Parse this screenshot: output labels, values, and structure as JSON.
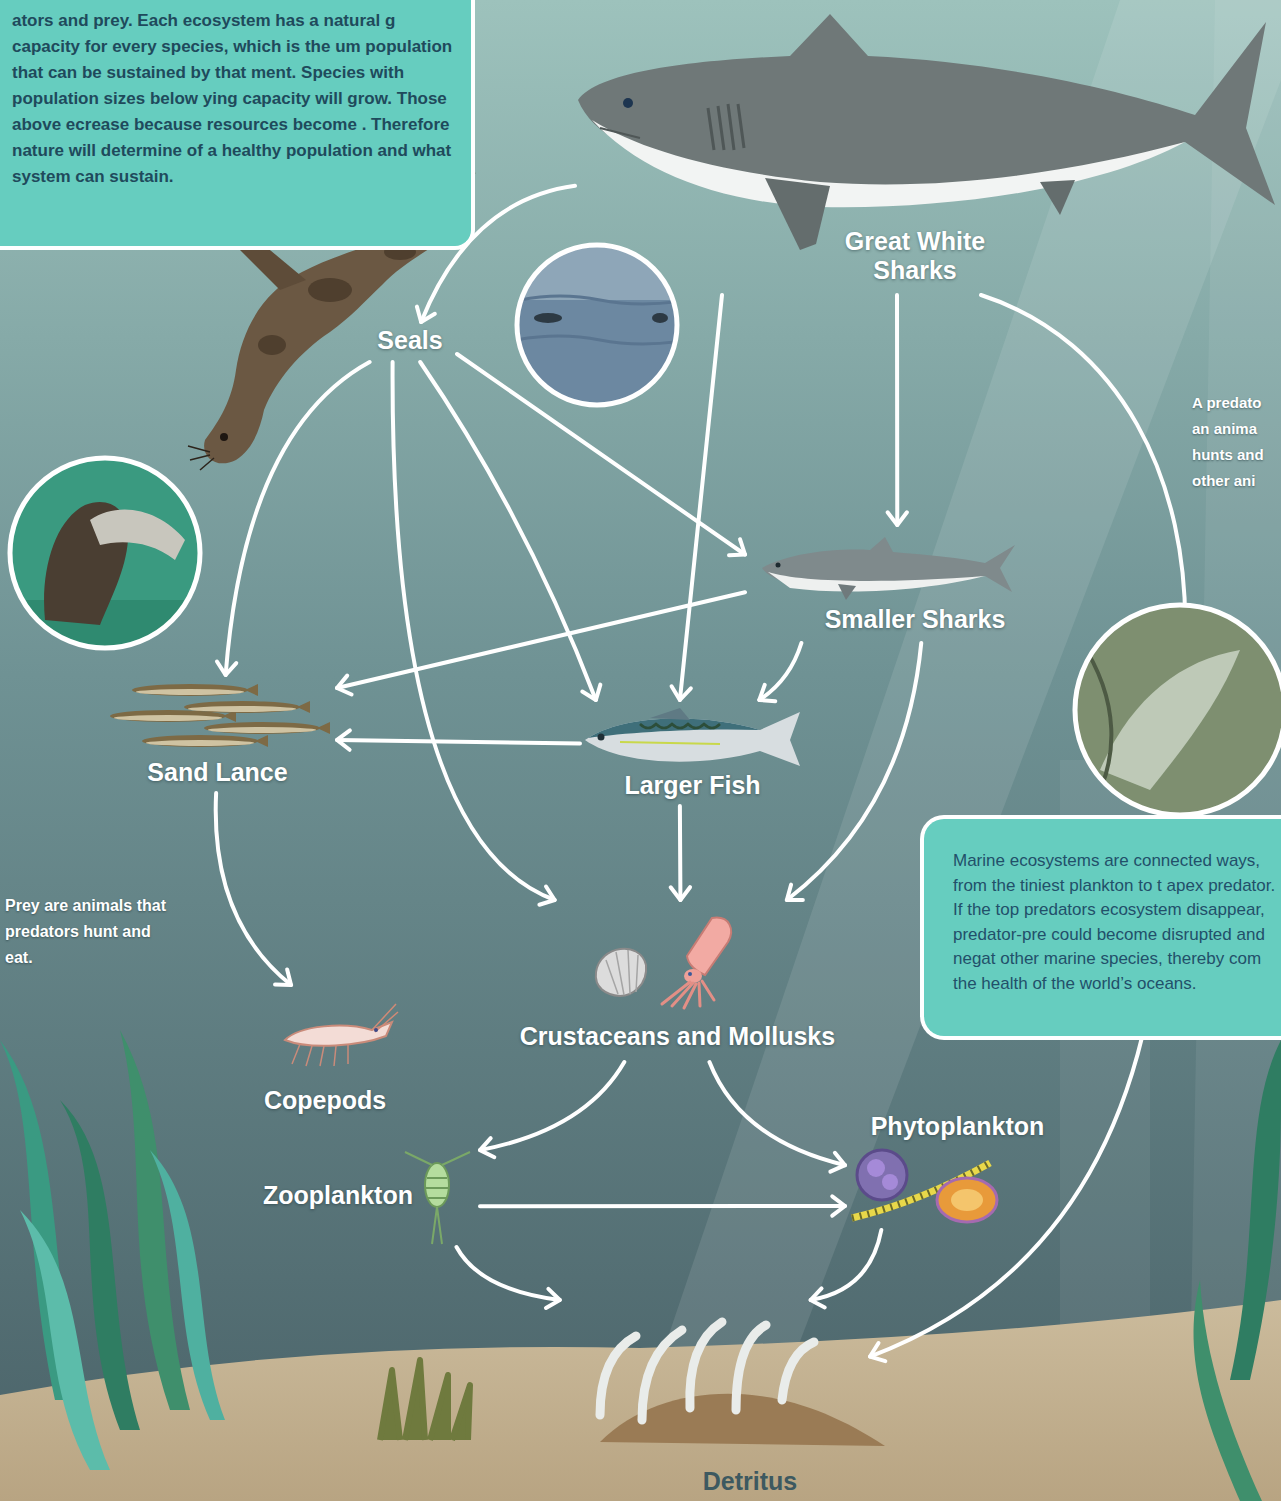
{
  "diagram": {
    "nodes": [
      {
        "text": [
          "ators and prey. Each ecosystem has a natural g capacity for every species, which is the um population that can be sustained by that ment. Species with population sizes below ying capacity will grow. Those above ecrease because resources become . Therefore nature will determine of a healthy population and what system can sustain."
        ]
      },
      {
        "text": [
          "Great White Sharks"
        ]
      },
      {
        "text": [
          "Seals"
        ]
      },
      {
        "text": [
          "Smaller Sharks"
        ]
      },
      {
        "text": [
          "Sand Lance"
        ]
      },
      {
        "text": [
          "Larger Fish"
        ]
      },
      {
        "text": [
          "Crustaceans and Mollusks"
        ]
      },
      {
        "text": [
          "Copepods"
        ]
      },
      {
        "text": [
          "Zooplankton"
        ]
      },
      {
        "text": [
          "Phytoplankton"
        ]
      },
      {
        "text": [
          "Detritus"
        ]
      },
      {
        "text": [
          "Marine ecosystems are connected ways, from the tiniest plankton to t apex predator. If the top predators ecosystem disappear, predator-pre could become disrupted and negat other marine species, thereby com the health of the world’s oceans."
        ]
      }
    ],
    "edges": [
      {
        "from": 1,
        "to": 2,
        "arrow": "to"
      },
      {
        "from": 1,
        "to": 5,
        "arrow": "to"
      },
      {
        "from": 1,
        "to": 3,
        "arrow": "to"
      },
      {
        "from": 1,
        "to": 10,
        "arrow": "to"
      },
      {
        "from": 2,
        "to": 4,
        "arrow": "to"
      },
      {
        "from": 2,
        "to": 6,
        "arrow": "to"
      },
      {
        "from": 2,
        "to": 5,
        "arrow": "to"
      },
      {
        "from": 2,
        "to": 3,
        "arrow": "to"
      },
      {
        "from": 3,
        "to": 4,
        "arrow": "to"
      },
      {
        "from": 3,
        "to": 5,
        "arrow": "to"
      },
      {
        "from": 3,
        "to": 6,
        "arrow": "to"
      },
      {
        "from": 5,
        "to": 4,
        "arrow": "to"
      },
      {
        "from": 5,
        "to": 6,
        "arrow": "to"
      },
      {
        "from": 4,
        "to": 7,
        "arrow": "to"
      },
      {
        "from": 6,
        "to": 8,
        "arrow": "to"
      },
      {
        "from": 6,
        "to": 9,
        "arrow": "to"
      },
      {
        "from": 8,
        "to": 9,
        "arrow": "to"
      },
      {
        "from": 8,
        "to": 10,
        "arrow": "to"
      },
      {
        "from": 9,
        "to": 10,
        "arrow": "to"
      }
    ],
    "labels": [
      "A predato an anima hunts and other ani",
      "Prey are animals that predators hunt and eat."
    ]
  }
}
